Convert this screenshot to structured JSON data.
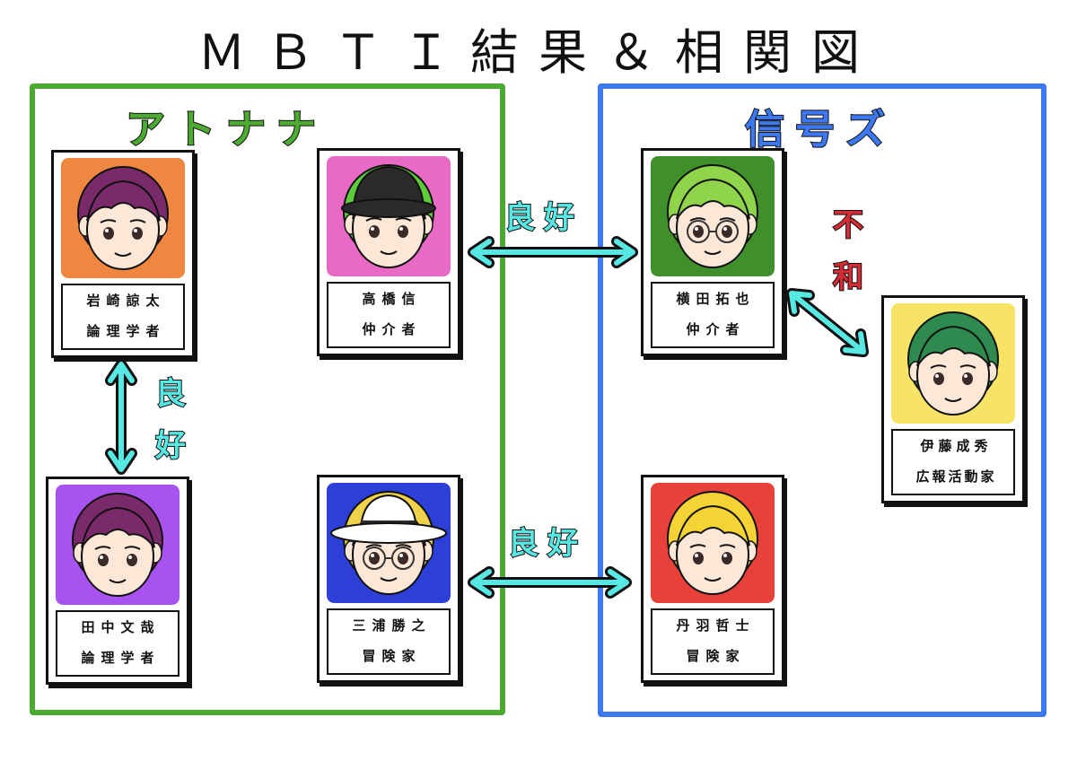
{
  "title": "ＭＢＴＩ結果＆相関図",
  "groups": {
    "left": {
      "label": "アトナナ",
      "color": "#4caa31",
      "label_color": "#4caa31"
    },
    "right": {
      "label": "信号ズ",
      "color": "#3b78f2",
      "label_color": "#3b78f2"
    }
  },
  "members": [
    {
      "name": "岩崎諒太",
      "role": "論理学者",
      "bg": "#f08741",
      "hair": "#7a2a6a",
      "hat": "none",
      "glasses": false
    },
    {
      "name": "高橋信",
      "role": "仲介者",
      "bg": "#e86ac4",
      "hair": "#5ccc3a",
      "hat": "black-bucket",
      "glasses": false
    },
    {
      "name": "田中文哉",
      "role": "論理学者",
      "bg": "#a853f0",
      "hair": "#7a2a6a",
      "hat": "none",
      "glasses": false
    },
    {
      "name": "三浦勝之",
      "role": "冒険家",
      "bg": "#2c3fd6",
      "hair": "#f0d24a",
      "hat": "white-fedora",
      "glasses": true
    },
    {
      "name": "横田拓也",
      "role": "仲介者",
      "bg": "#3f8f2a",
      "hair": "#8fd44a",
      "hat": "none",
      "glasses": true
    },
    {
      "name": "伊藤成秀",
      "role": "広報活動家",
      "bg": "#f7e467",
      "hair": "#2e8a4e",
      "hat": "none",
      "glasses": false
    },
    {
      "name": "丹羽哲士",
      "role": "冒険家",
      "bg": "#e8413a",
      "hair": "#f5d334",
      "hat": "none",
      "glasses": false
    }
  ],
  "relations": [
    {
      "label": "良好",
      "type": "good"
    },
    {
      "label": "良好",
      "type": "good"
    },
    {
      "label": "良好",
      "type": "good"
    },
    {
      "label_top": "不",
      "label_bottom": "和",
      "type": "bad"
    }
  ],
  "colors": {
    "good_arrow": "#57e8e3",
    "bad_label": "#d42b34",
    "outline": "#111111"
  },
  "vertical_good": {
    "top": "良",
    "bottom": "好"
  }
}
